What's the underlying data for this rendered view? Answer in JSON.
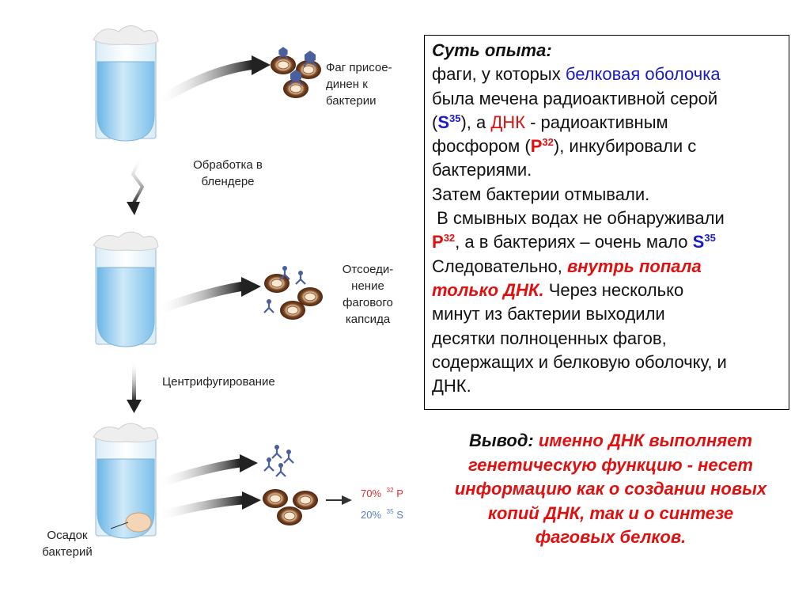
{
  "labels": {
    "attached": [
      "Фаг присое-",
      "динен к",
      "бактерии"
    ],
    "blender": [
      "Обработка в",
      "блендере"
    ],
    "detached": [
      "Отсоеди-",
      "нение",
      "фагового",
      "капсида"
    ],
    "centrifuge": "Центрифугирование",
    "sediment": [
      "Осадок",
      "бактерий"
    ],
    "result_p": {
      "pct": "70%",
      "iso": "32",
      "el": "P"
    },
    "result_s": {
      "pct": "20%",
      "iso": "35",
      "el": "S"
    }
  },
  "summary": {
    "heading": "Суть опыта:",
    "l1": "фаги, у которых ",
    "l1_blue": "белковая оболочка",
    "l2": "была мечена радиоактивной серой",
    "l3_open": "(",
    "s_el": "S",
    "s_iso": "35",
    "l3_mid": "), а ",
    "l3_red": "ДНК",
    "l3_end": " - радиоактивным",
    "l4_start": "фосфором (",
    "p_el": "P",
    "p_iso": "32",
    "l4_end": "), инкубировали с",
    "l5": "бактериями.",
    "l6": "Затем бактерии отмывали.",
    "l7": " В смывных водах не обнаруживали",
    "l8_p_el": "P",
    "l8_p_iso": "32",
    "l8_mid": ", а в бактериях – очень мало ",
    "l8_s_el": "S",
    "l8_s_iso": "35",
    "l9_start": "Следовательно, ",
    "l9_red": "внутрь попала",
    "l10_red": "только ДНК.",
    "l10_end": " Через несколько",
    "l11": "минут из бактерии выходили",
    "l12": "десятки полноценных фагов,",
    "l13": "содержащих и белковую оболочку, и",
    "l14": "ДНК."
  },
  "conclusion": {
    "key": "Вывод:",
    "text": [
      " именно ДНК выполняет",
      "генетическую функцию - несет",
      "информацию как о создании новых",
      "копий ДНК, так и о синтезе",
      "фаговых белков."
    ]
  },
  "colors": {
    "liquid": "#9dd0ee",
    "red_text": "#e01010",
    "blue_text": "#1a1ac8",
    "bacteria": "#6b3a1c",
    "phage": "#4a5f9e"
  }
}
